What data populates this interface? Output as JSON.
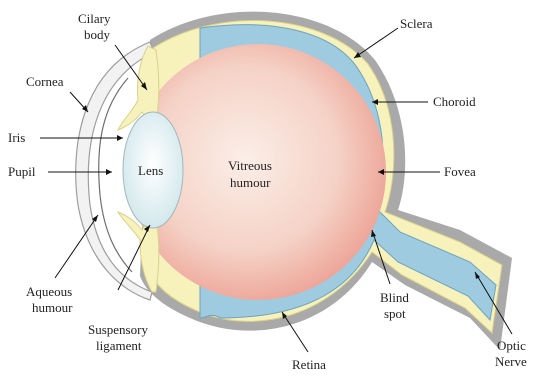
{
  "diagram": {
    "labels": {
      "cilary": "Cilary",
      "body": "body",
      "sclera": "Sclera",
      "cornea": "Cornea",
      "choroid": "Choroid",
      "iris": "Iris",
      "pupil": "Pupil",
      "lens": "Lens",
      "vitreous": "Vitreous",
      "humour": "humour",
      "fovea": "Fovea",
      "aqueous": "Aqueous",
      "aqueous_humour": "humour",
      "blind": "Blind",
      "spot": "spot",
      "suspensory": "Suspensory",
      "ligament": "ligament",
      "optic": "Optic",
      "nerve": "Nerve",
      "retina": "Retina"
    },
    "colors": {
      "sclera": "#a9a9a9",
      "choroid": "#f7f1bc",
      "retina": "#9ecbe0",
      "vitreous": "#f2c4b8",
      "lens": "#dff0f2",
      "cornea": "#f2f2f2"
    }
  }
}
